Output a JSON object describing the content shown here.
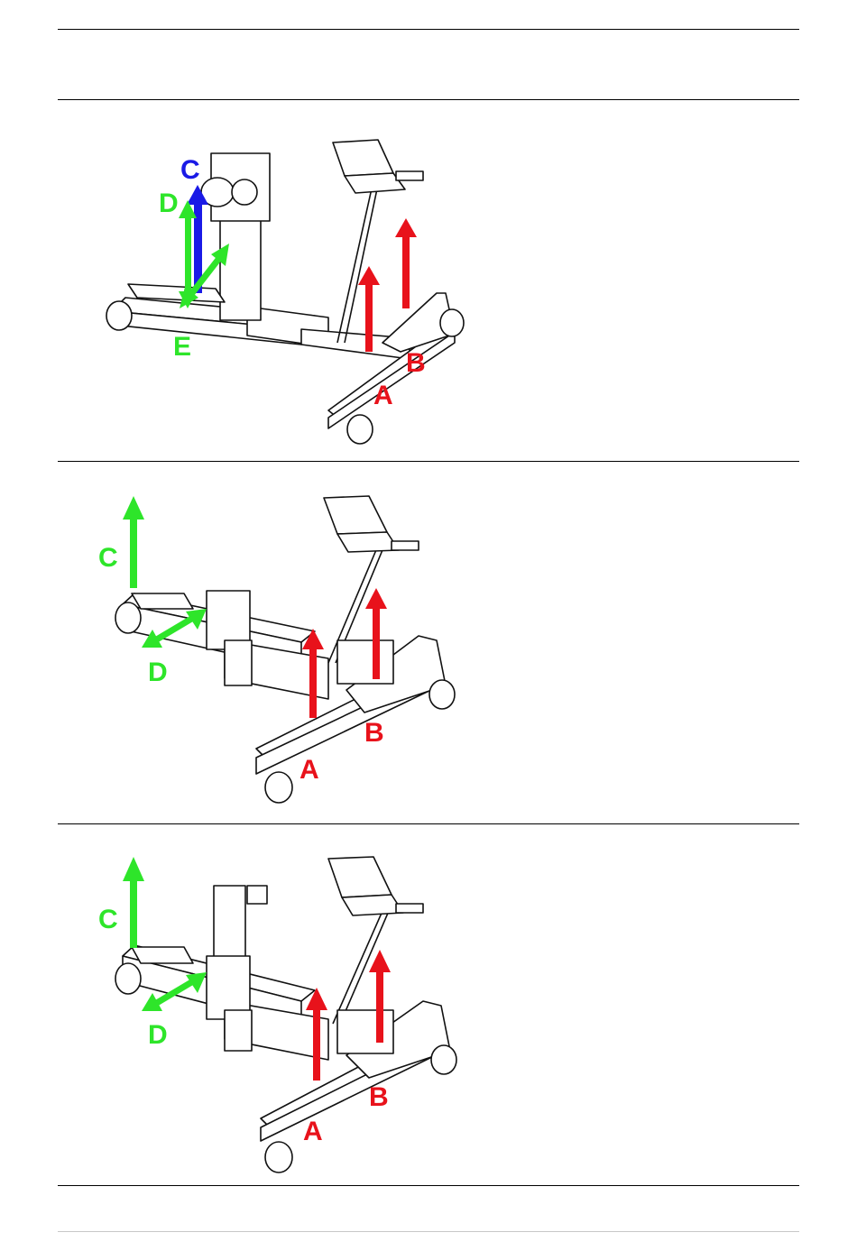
{
  "figures": [
    {
      "id": "fig1",
      "labels": {
        "A": "A",
        "B": "B",
        "C": "C",
        "D": "D",
        "E": "E"
      },
      "colors": {
        "red": "#e8121b",
        "green": "#2ee52a",
        "blue": "#1a1ae6"
      }
    },
    {
      "id": "fig2",
      "labels": {
        "A": "A",
        "B": "B",
        "C": "C",
        "D": "D"
      },
      "colors": {
        "red": "#e8121b",
        "green": "#2ee52a"
      }
    },
    {
      "id": "fig3",
      "labels": {
        "A": "A",
        "B": "B",
        "C": "C",
        "D": "D"
      },
      "colors": {
        "red": "#e8121b",
        "green": "#2ee52a"
      }
    }
  ]
}
